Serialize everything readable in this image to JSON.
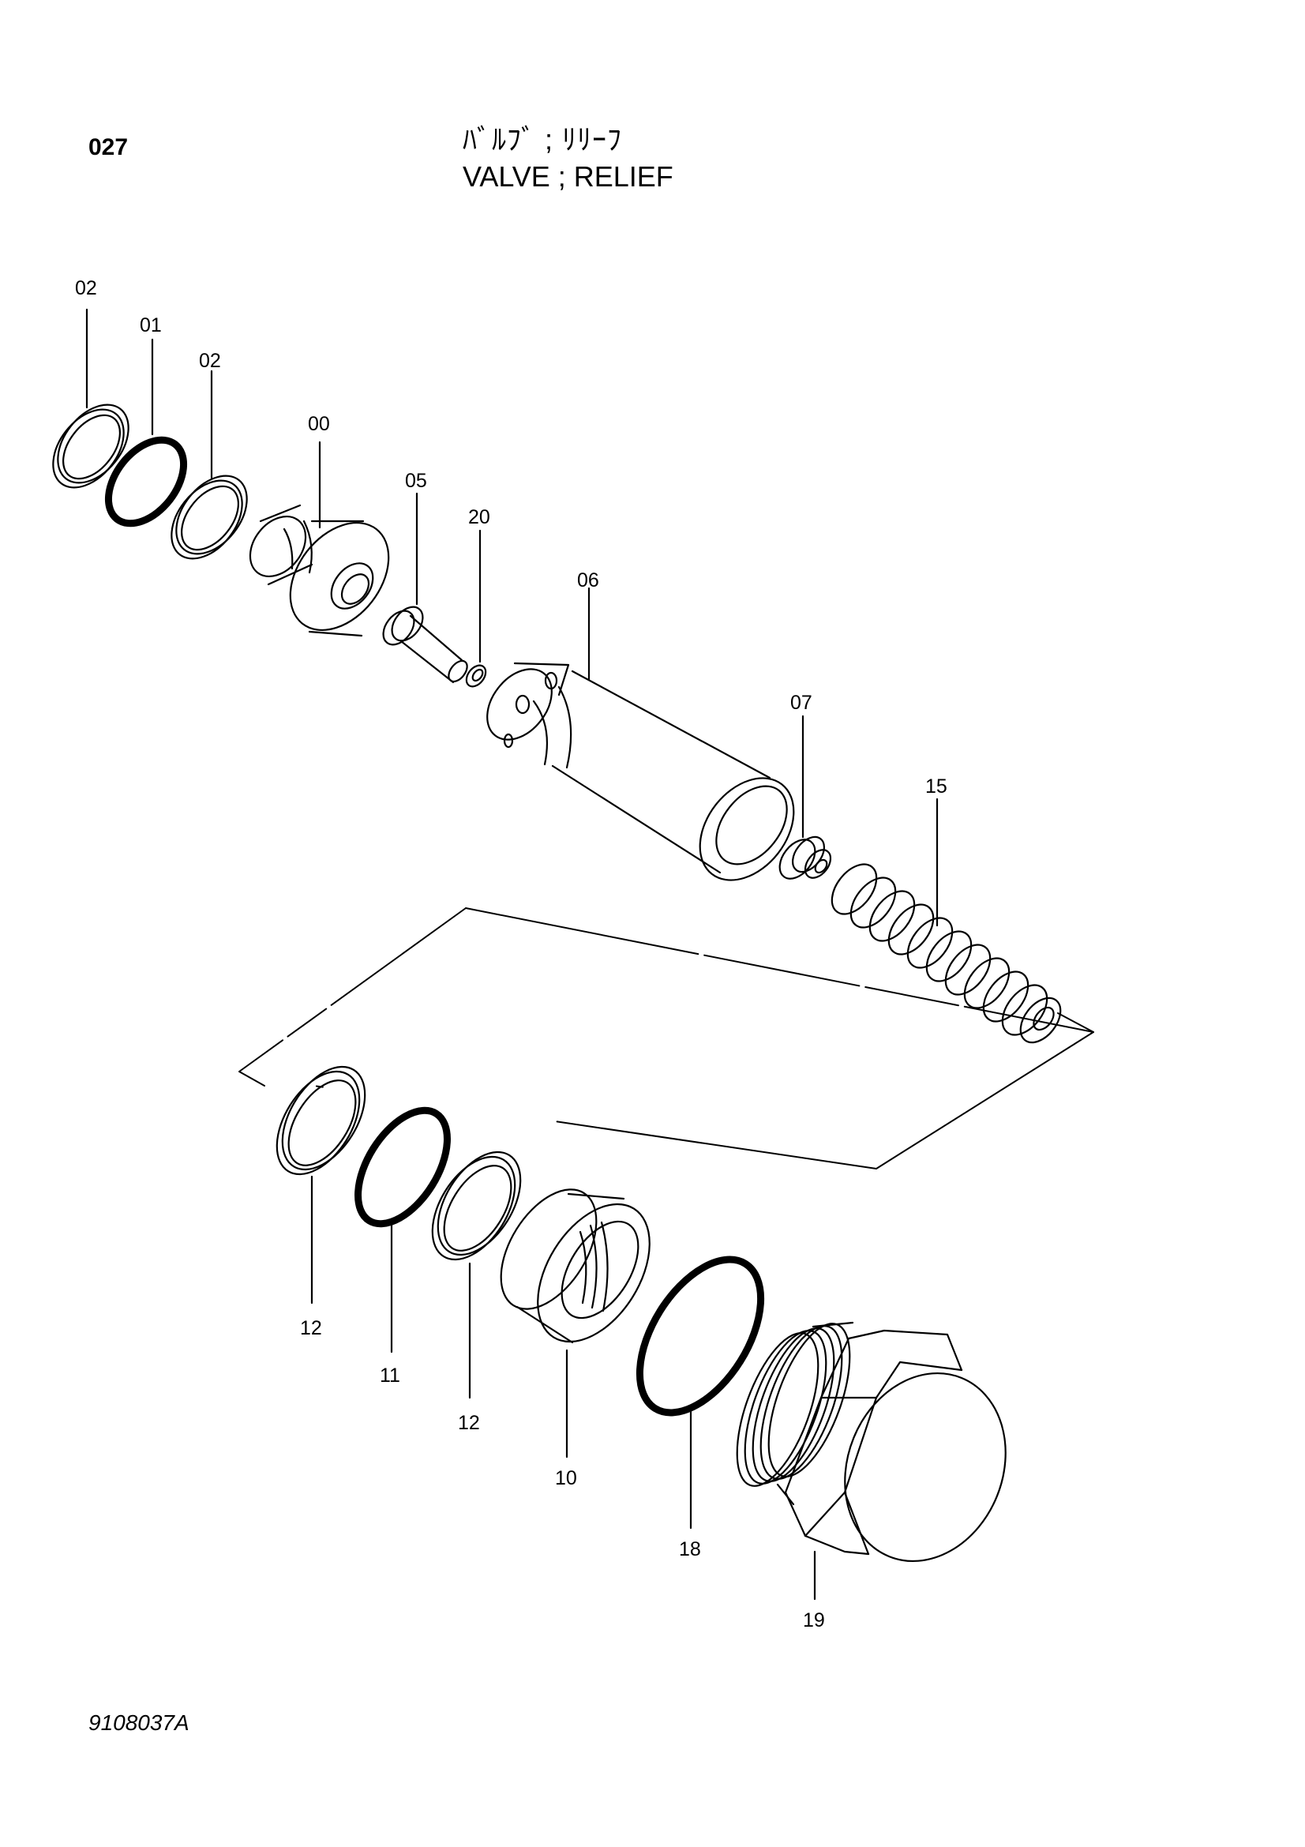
{
  "header": {
    "page_code": "027",
    "title_jp": "ﾊﾞﾙﾌﾞ ; ﾘﾘｰﾌ",
    "title_en": "VALVE ; RELIEF"
  },
  "footer": {
    "drawing_number": "9108037A"
  },
  "callouts": {
    "c02a": "02",
    "c01": "01",
    "c02b": "02",
    "c00": "00",
    "c05": "05",
    "c20": "20",
    "c06": "06",
    "c07": "07",
    "c15": "15",
    "c12a": "12",
    "c11": "11",
    "c12b": "12",
    "c10": "10",
    "c18": "18",
    "c19": "19"
  }
}
